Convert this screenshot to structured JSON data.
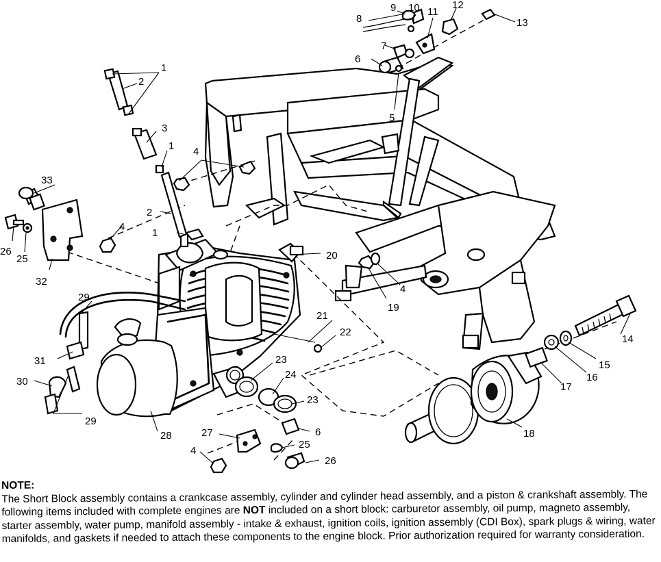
{
  "callouts": {
    "c1": "1",
    "c2": "2",
    "c3": "3",
    "c4": "4",
    "c5": "5",
    "c6": "6",
    "c7": "7",
    "c8": "8",
    "c9": "9",
    "c10": "10",
    "c11": "11",
    "c12": "12",
    "c13": "13",
    "c14": "14",
    "c15": "15",
    "c16": "16",
    "c17": "17",
    "c18": "18",
    "c19": "19",
    "c20": "20",
    "c21": "21",
    "c22": "22",
    "c23": "23",
    "c24": "24",
    "c25": "25",
    "c26": "26",
    "c27": "27",
    "c28": "28",
    "c29": "29",
    "c30": "30",
    "c31": "31",
    "c32": "32",
    "c33": "33"
  },
  "note": {
    "title": "NOTE:",
    "text_before_bold": "The Short Block assembly contains a crankcase assembly, cylinder and cylinder head assembly, and a piston & crankshaft assembly.  The following items included with complete engines are ",
    "bold_word": "NOT",
    "text_after_bold": " included on a short block:  carburetor assembly, oil pump, magneto assembly, starter assembly, water pump, manifold assembly - intake & exhaust, ignition coils, ignition assembly (CDI Box), spark plugs & wiring, water manifolds, and gaskets if needed to attach these components to the engine block.  Prior authorization required for warranty consideration."
  }
}
